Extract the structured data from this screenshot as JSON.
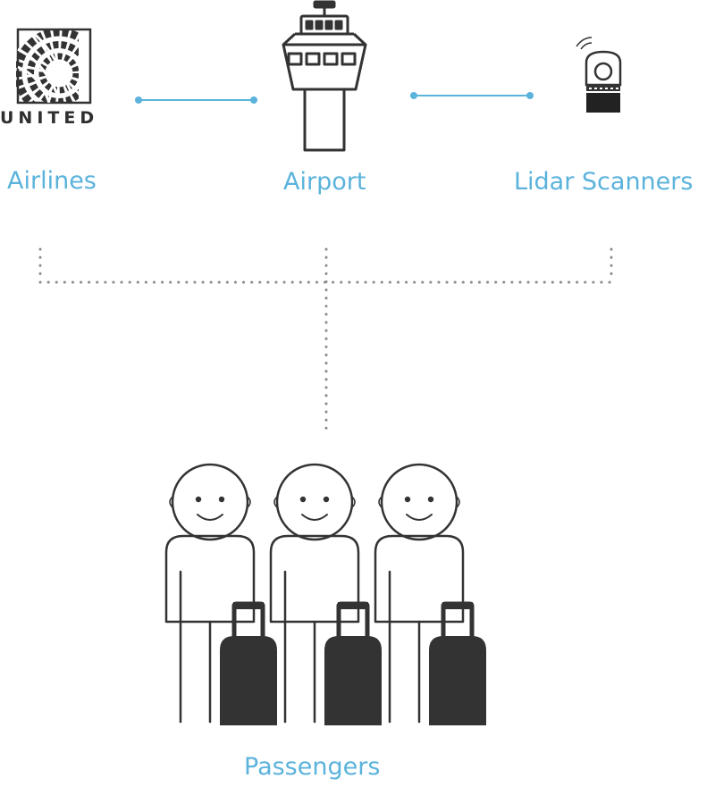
{
  "nodes": {
    "airlines": {
      "label": "Airlines",
      "logo_text": "UNITED",
      "icon": "airline-globe-logo"
    },
    "airport": {
      "label": "Airport",
      "icon": "control-tower-icon"
    },
    "lidar": {
      "label": "Lidar Scanners",
      "icon": "lidar-scanner-icon"
    },
    "passengers": {
      "label": "Passengers",
      "icon": "passenger-with-luggage-icon",
      "count": 3
    }
  },
  "colors": {
    "accent": "#5bb3dc",
    "icon": "#333333",
    "dots": "#8a8a8a"
  }
}
